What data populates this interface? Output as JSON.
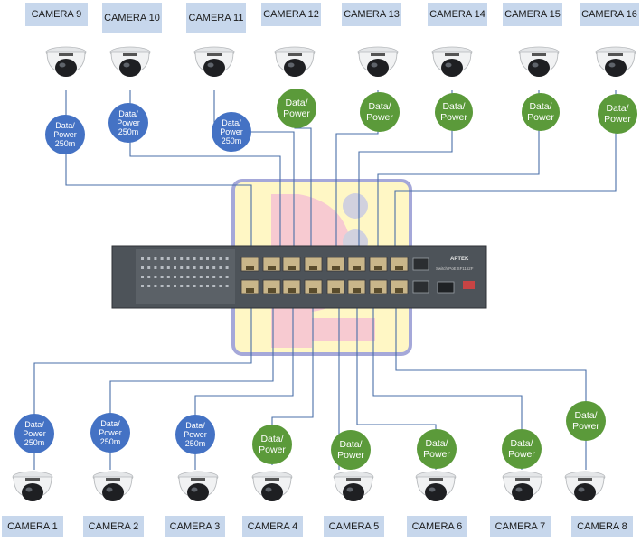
{
  "diagram": {
    "colors": {
      "wire": "#4a6fa8",
      "label_bg": "#c7d7ec",
      "badge_blue": "#4472c4",
      "badge_green": "#5b9a3a",
      "switch_body": "#4d5359",
      "port": "#c9b68a",
      "watermark_yellow": "#fff3a0",
      "watermark_pink": "#f2a7b4"
    },
    "top_cameras": [
      {
        "label": "CAMERA 9",
        "connection": [
          "Data/",
          "Power",
          "250m"
        ],
        "type": "blue"
      },
      {
        "label": "CAMERA 10",
        "connection": [
          "Data/",
          "Power",
          "250m"
        ],
        "type": "blue"
      },
      {
        "label": "CAMERA 11",
        "connection": [
          "Data/",
          "Power",
          "250m"
        ],
        "type": "blue"
      },
      {
        "label": "CAMERA 12",
        "connection": [
          "Data/",
          "Power"
        ],
        "type": "green"
      },
      {
        "label": "CAMERA 13",
        "connection": [
          "Data/",
          "Power"
        ],
        "type": "green"
      },
      {
        "label": "CAMERA 14",
        "connection": [
          "Data/",
          "Power"
        ],
        "type": "green"
      },
      {
        "label": "CAMERA 15",
        "connection": [
          "Data/",
          "Power"
        ],
        "type": "green"
      },
      {
        "label": "CAMERA 16",
        "connection": [
          "Data/",
          "Power"
        ],
        "type": "green"
      }
    ],
    "bottom_cameras": [
      {
        "label": "CAMERA 1",
        "connection": [
          "Data/",
          "Power",
          "250m"
        ],
        "type": "blue"
      },
      {
        "label": "CAMERA 2",
        "connection": [
          "Data/",
          "Power",
          "250m"
        ],
        "type": "blue"
      },
      {
        "label": "CAMERA 3",
        "connection": [
          "Data/",
          "Power",
          "250m"
        ],
        "type": "blue"
      },
      {
        "label": "CAMERA 4",
        "connection": [
          "Data/",
          "Power"
        ],
        "type": "green"
      },
      {
        "label": "CAMERA 5",
        "connection": [
          "Data/",
          "Power"
        ],
        "type": "green"
      },
      {
        "label": "CAMERA 6",
        "connection": [
          "Data/",
          "Power"
        ],
        "type": "green"
      },
      {
        "label": "CAMERA 7",
        "connection": [
          "Data/",
          "Power"
        ],
        "type": "green"
      },
      {
        "label": "CAMERA 8",
        "connection": [
          "Data/",
          "Power"
        ],
        "type": "green"
      }
    ],
    "switch": {
      "brand": "APTEK",
      "model": "Switch PoE SF1162F"
    }
  }
}
